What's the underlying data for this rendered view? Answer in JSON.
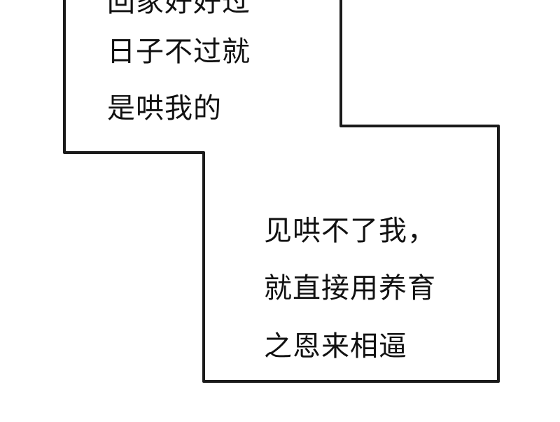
{
  "panel_top": {
    "lines": [
      "回家好好过",
      "日子不过就",
      "是哄我的"
    ]
  },
  "panel_bottom": {
    "lines": [
      "见哄不了我，",
      "就直接用养育",
      "之恩来相逼"
    ]
  }
}
